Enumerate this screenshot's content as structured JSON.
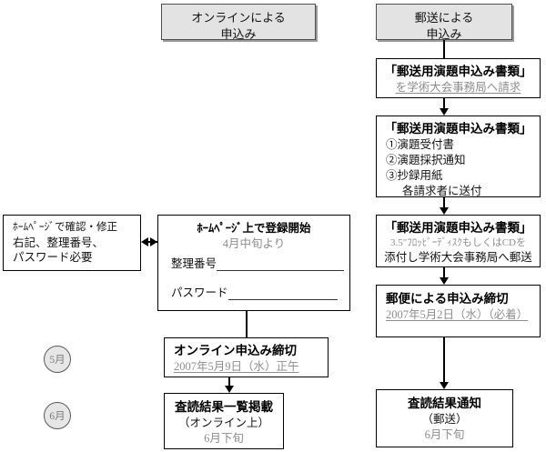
{
  "diagram": {
    "title": "学術大会 演題申込み フロー",
    "colors": {
      "shaded_fill": "#e3e3e3",
      "box_border": "#000000",
      "gray_text": "#8d8d8d",
      "circle_fill": "#e6e6e6"
    }
  },
  "columns": {
    "online": {
      "header_line1": "オンラインによる",
      "header_line2": "申込み"
    },
    "postal": {
      "header_line1": "郵送による",
      "header_line2": "申込み"
    }
  },
  "postal_steps": [
    {
      "line1": "「郵送用演題申込み書類」",
      "line2": "を学術大会事務局へ請求"
    },
    {
      "line1": "「郵送用演題申込み書類」",
      "item1": "①演題受付書",
      "item2": "②演題採択通知",
      "item3": "③抄録用紙",
      "item4": "各請求者に送付"
    },
    {
      "line1": "「郵送用演題申込み書類」",
      "line2": "3.5\"ﾌﾛｯﾋﾟｰﾃﾞｨｽｸもしくはCDを",
      "line3": "添付し学術大会事務局へ郵送"
    },
    {
      "line1": "郵便による申込み締切",
      "line2": "2007年5月2日（水）（必着）"
    },
    {
      "line1": "査読結果通知",
      "line2": "（郵送）",
      "line3": "6月下旬"
    }
  ],
  "online_confirm_box": {
    "line1": "ﾎｰﾑﾍﾟｰｼﾞで確認・修正",
    "line2": "右記、整理番号、",
    "line3": "パスワード必要"
  },
  "online_register_box": {
    "title": "ﾎｰﾑﾍﾟｰｼﾞ上で登録開始",
    "subtitle": "4月中旬より",
    "field1_label": "整理番号",
    "field1_value": "",
    "field2_label": "パスワード",
    "field2_value": ""
  },
  "online_steps": [
    {
      "line1": "オンライン申込み締切",
      "line2": "2007年5月9日（水）正午"
    },
    {
      "line1": "査読結果一覧掲載",
      "line2": "（オンライン上）",
      "line3": "6月下旬"
    }
  ],
  "month_markers": [
    {
      "label": "5月"
    },
    {
      "label": "6月"
    }
  ]
}
